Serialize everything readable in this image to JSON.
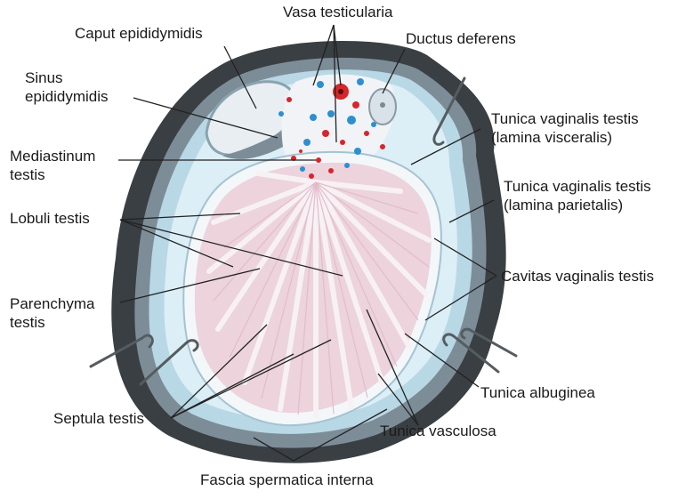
{
  "labels": {
    "vasa_testicularia": "Vasa testicularia",
    "caput_epididymidis": "Caput epididymidis",
    "ductus_deferens": "Ductus deferens",
    "sinus_epididymidis_1": "Sinus",
    "sinus_epididymidis_2": "epididymidis",
    "tunica_vaginalis_visceralis_1": "Tunica vaginalis testis",
    "tunica_vaginalis_visceralis_2": "(lamina visceralis)",
    "mediastinum_testis_1": "Mediastinum",
    "mediastinum_testis_2": "testis",
    "tunica_vaginalis_parietalis_1": "Tunica vaginalis testis",
    "tunica_vaginalis_parietalis_2": "(lamina parietalis)",
    "lobuli_testis": "Lobuli testis",
    "cavitas_vaginalis_testis": "Cavitas vaginalis testis",
    "parenchyma_testis_1": "Parenchyma",
    "parenchyma_testis_2": "testis",
    "tunica_albuginea": "Tunica albuginea",
    "septula_testis": "Septula testis",
    "tunica_vasculosa": "Tunica vasculosa",
    "fascia_spermatica_interna": "Fascia spermatica interna"
  },
  "colors": {
    "outer_tissue": "#3a3f44",
    "fascia": "#6f7f8a",
    "vaginalis_blue": "#b9d8e6",
    "cavity": "#dceef6",
    "albuginea": "#f3f7fa",
    "lobule_pink": "#ecd3dc",
    "septum": "#f7f1f4",
    "artery_red": "#d6252b",
    "vein_blue": "#2c8fd0",
    "leader_line": "#222222"
  }
}
